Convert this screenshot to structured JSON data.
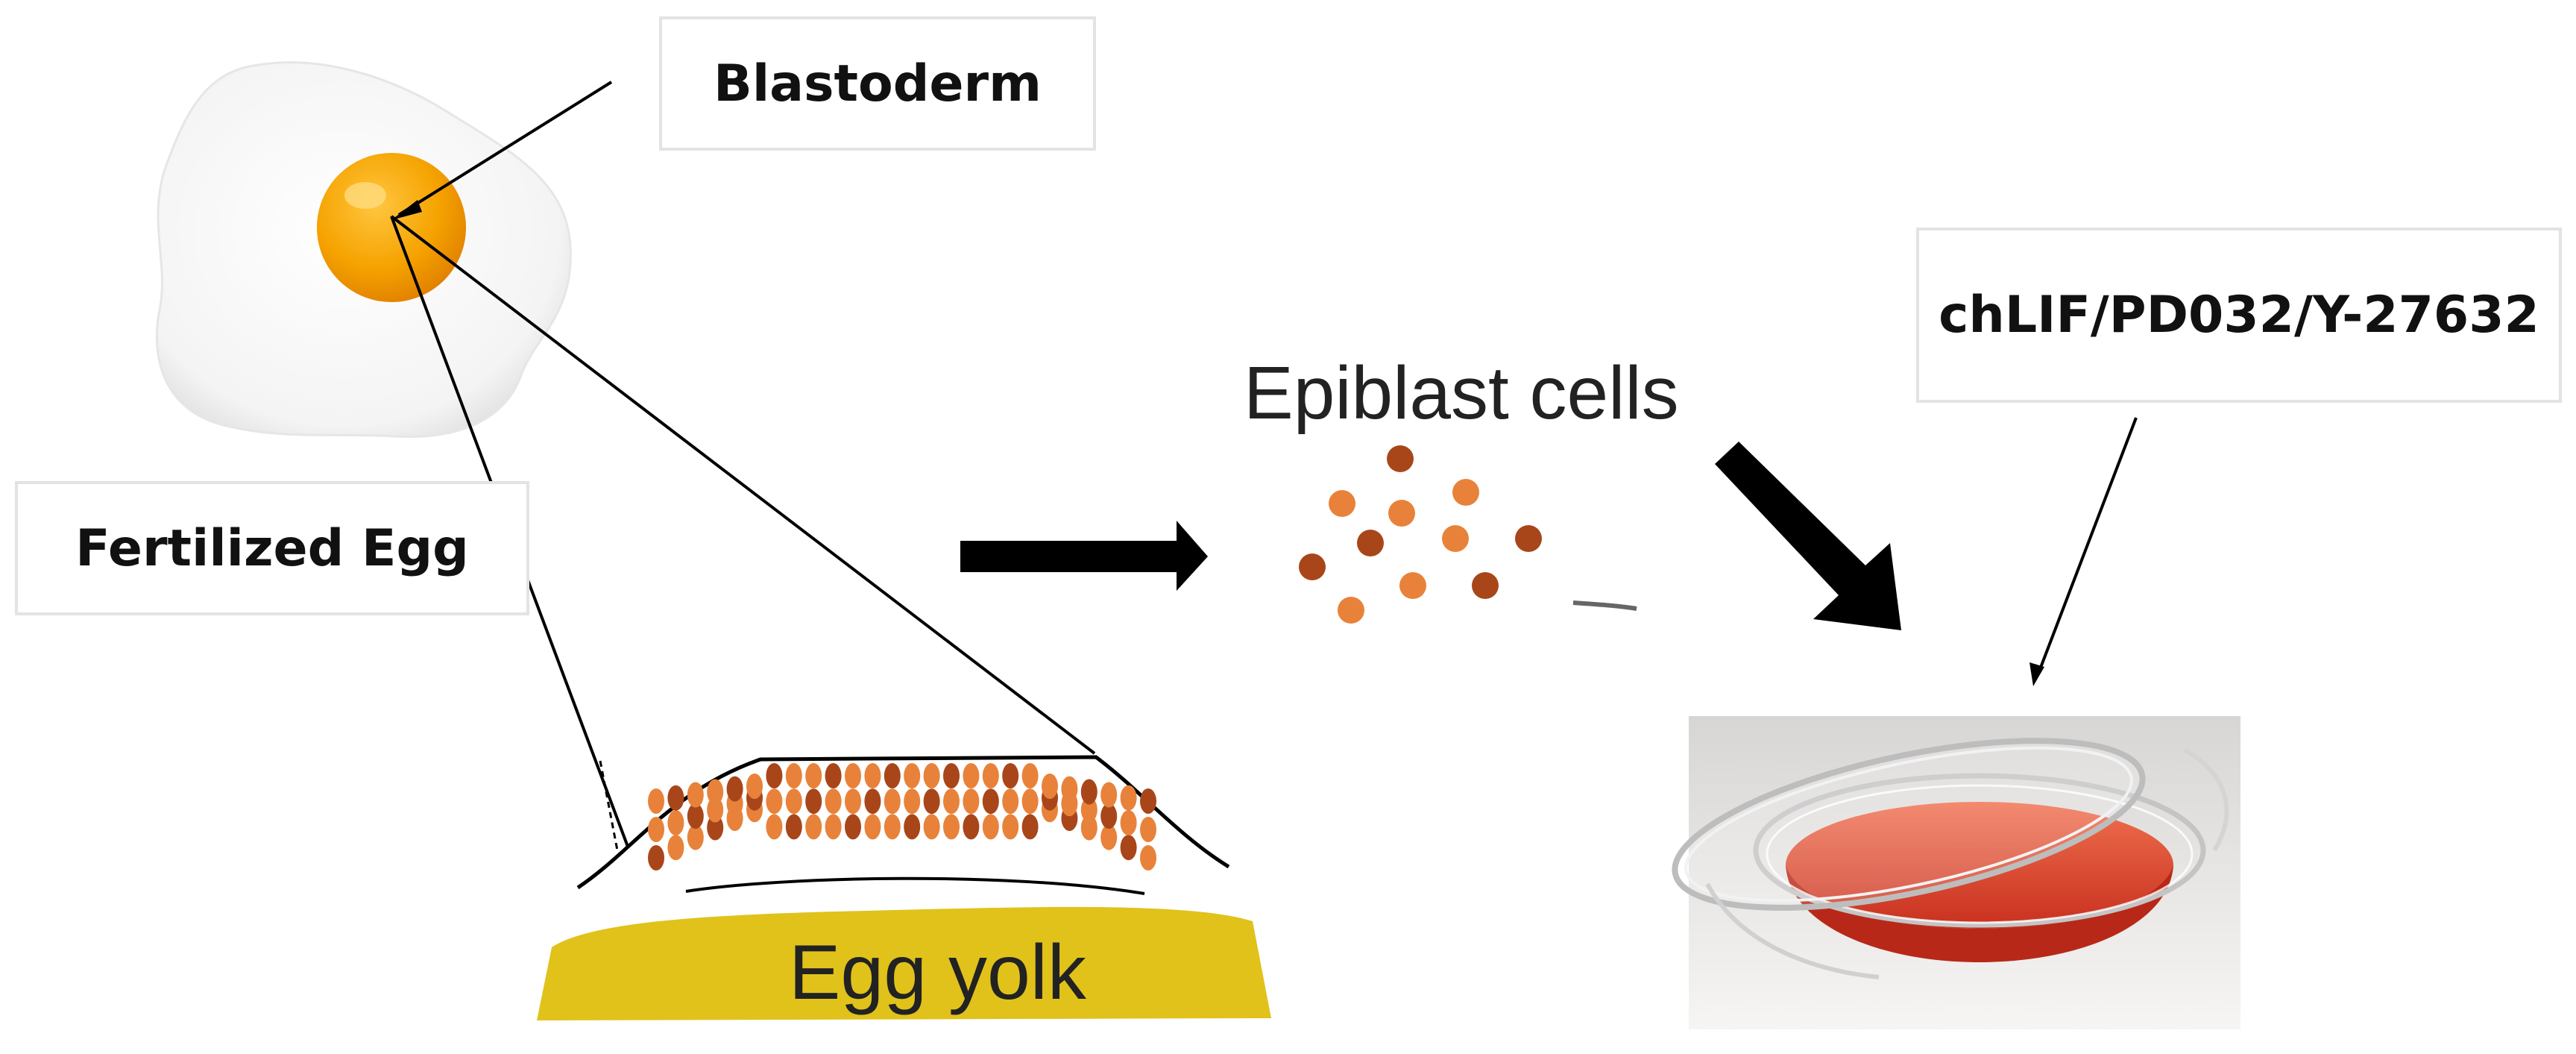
{
  "labels": {
    "blastoderm": "Blastoderm",
    "fertilized_egg": "Fertilized Egg",
    "epiblast_cells": "Epiblast cells",
    "egg_yolk": "Egg yolk",
    "factors": "chLIF/PD032/Y-27632"
  },
  "colors": {
    "yolk_orange": "#f5a300",
    "yolk_layer": "#e0c21a",
    "cell_light": "#e8823a",
    "cell_dark": "#a8461a",
    "medium_red": "#e8553a",
    "arrow": "#000000"
  },
  "icons": {
    "egg": "fried-egg-icon",
    "dish": "petri-dish-icon"
  }
}
